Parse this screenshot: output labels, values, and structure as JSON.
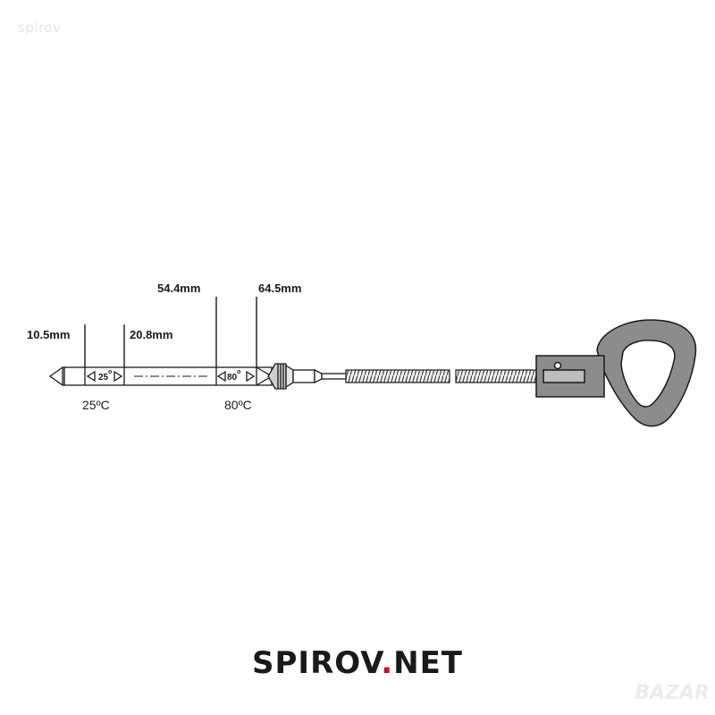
{
  "watermark": {
    "top_left": "spirov",
    "bottom_right": "BAZAR"
  },
  "diagram": {
    "dimensions": [
      {
        "label": "10.5mm"
      },
      {
        "label": "20.8mm"
      },
      {
        "label": "54.4mm"
      },
      {
        "label": "64.5mm"
      }
    ],
    "marks": {
      "low": "25",
      "high": "80",
      "degree_symbol": "o"
    },
    "temperatures": {
      "low": "25ºC",
      "high": "80ºC"
    }
  },
  "footer": {
    "logo_main": "SPIROV",
    "logo_dot": ".",
    "logo_suffix": "NET"
  },
  "colors": {
    "line": "#1a1a1a",
    "handle_fill": "#8c8c8c",
    "accent_dot": "#c8102e"
  }
}
